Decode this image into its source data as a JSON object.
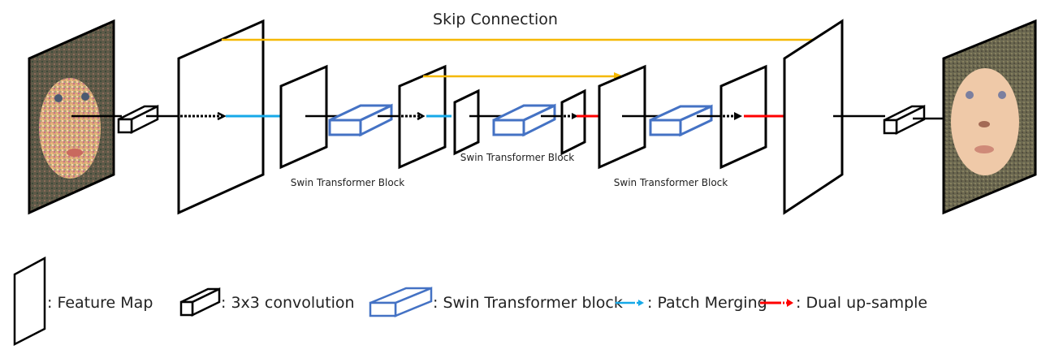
{
  "diagram": {
    "title": "Skip Connection",
    "block_labels": [
      "Swin Transformer Block",
      "Swin Transformer Block",
      "Swin Transformer Block"
    ],
    "input_image": "noisy-face-photo",
    "output_image": "restored-face-photo"
  },
  "legend": {
    "feature_map": ": Feature Map",
    "conv": ": 3x3 convolution",
    "swin": ": Swin Transformer block",
    "patch_merging": ": Patch Merging",
    "dual_upsample": ": Dual up-sample"
  },
  "colors": {
    "skip": "#F5B800",
    "patch_merging": "#16A9E8",
    "dual_upsample": "#FF0000",
    "swin_block": "#4472C4",
    "stroke": "#000000"
  }
}
